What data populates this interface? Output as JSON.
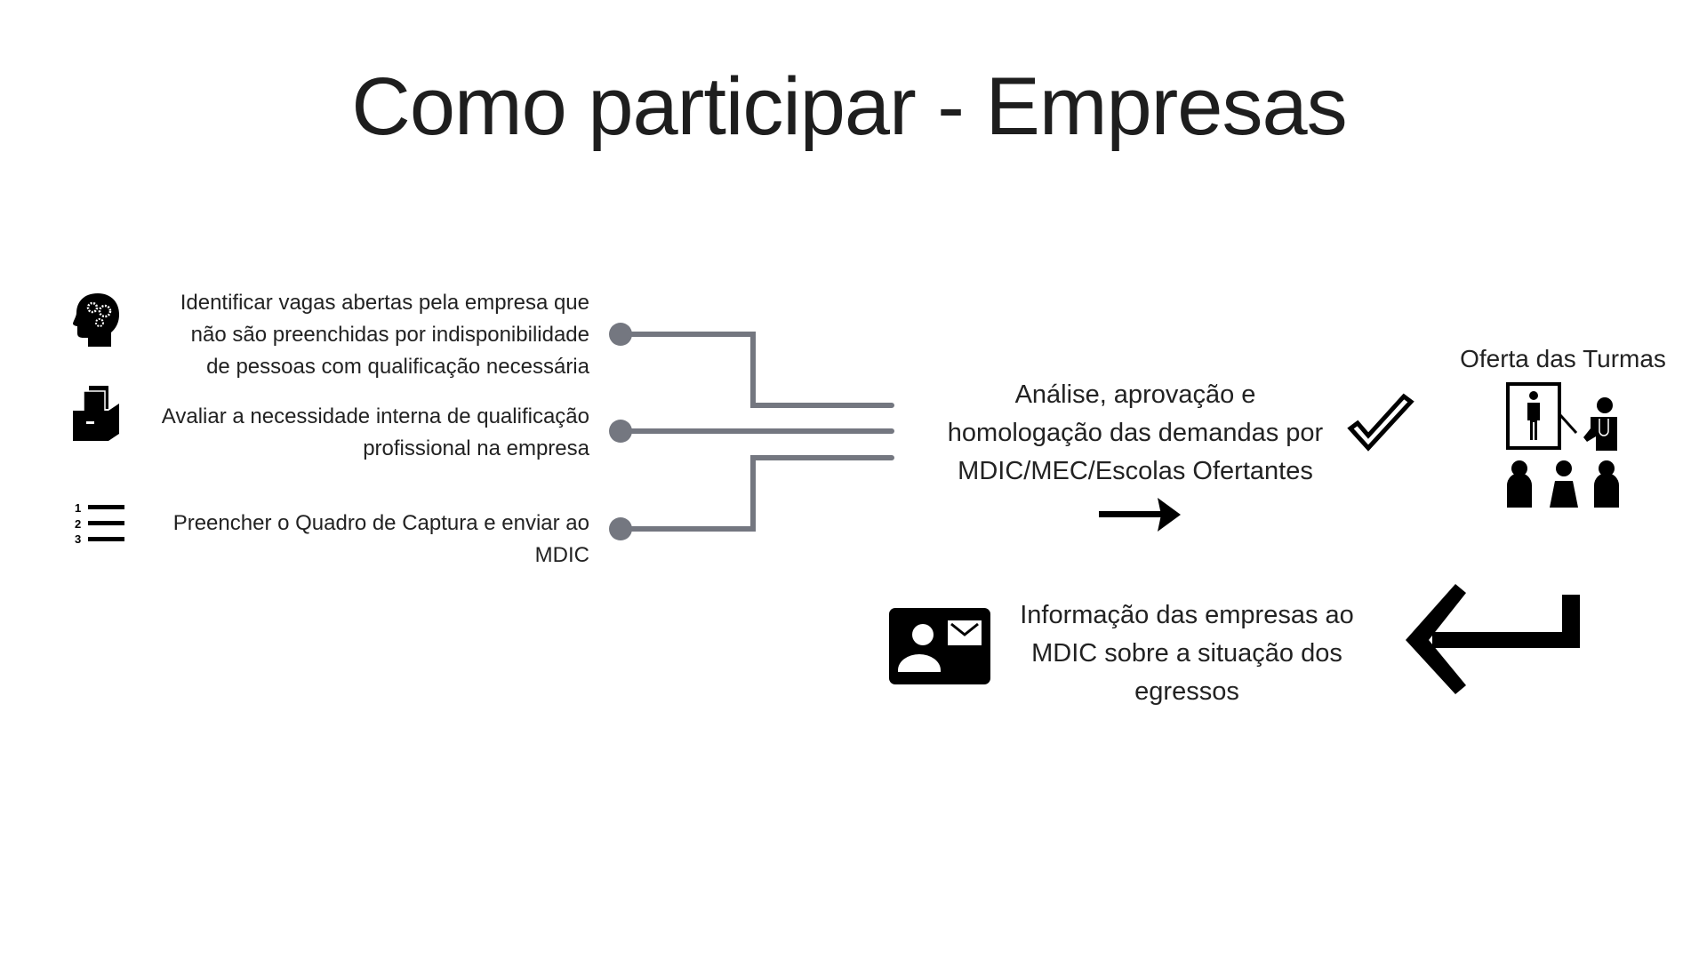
{
  "title": "Como participar - Empresas",
  "steps": [
    {
      "icon": "head-gears-icon",
      "lines": [
        "Identificar vagas abertas pela empresa que",
        "não são preenchidas por indisponibilidade",
        "de pessoas com qualificação necessária"
      ]
    },
    {
      "icon": "file-box-icon",
      "lines": [
        "Avaliar a necessidade interna de qualificação",
        "profissional na empresa"
      ]
    },
    {
      "icon": "numbered-list-icon",
      "lines": [
        "Preencher o Quadro de Captura e enviar ao",
        "MDIC"
      ]
    }
  ],
  "analysis": {
    "lines": [
      "Análise, aprovação e",
      "homologação das demandas por",
      "MDIC/MEC/Escolas Ofertantes"
    ]
  },
  "offer": {
    "label": "Oferta das Turmas"
  },
  "feedback": {
    "lines": [
      "Informação das empresas ao",
      "MDIC sobre a situação dos",
      "egressos"
    ]
  },
  "colors": {
    "connector": "#747780",
    "text": "#222222",
    "icon": "#000000"
  }
}
